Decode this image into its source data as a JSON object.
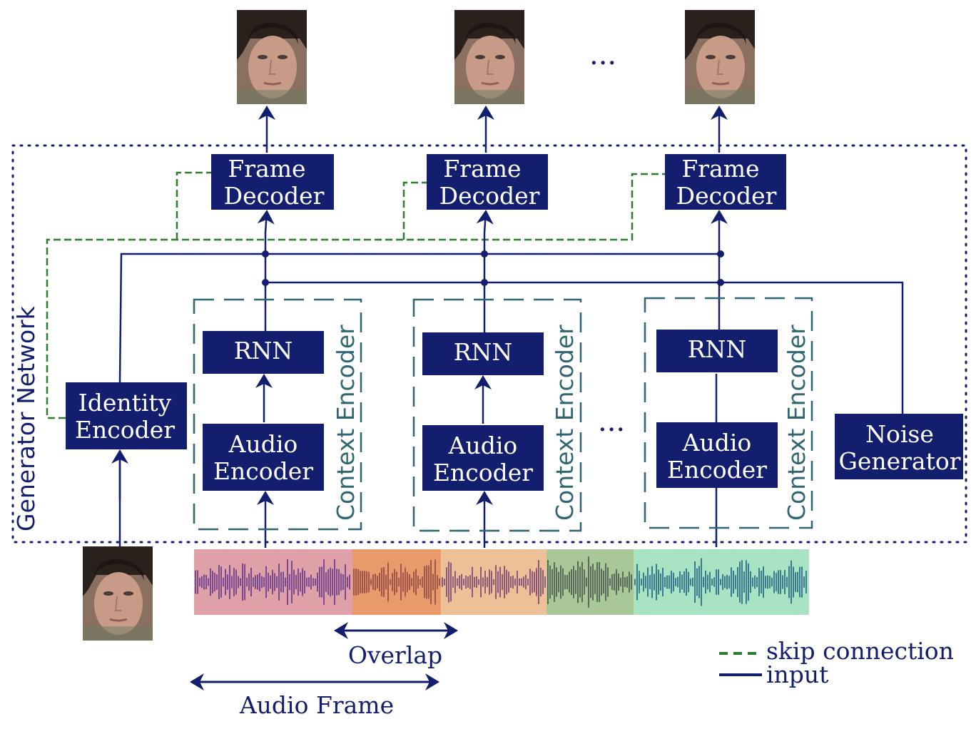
{
  "title": "",
  "colors": {
    "box_fill": "#141e6e",
    "input_line": "#141e6e",
    "skip_line": "#2e7d2e",
    "context_dash": "#2f6670",
    "segments": [
      "#e0a0a8",
      "#e89a6c",
      "#eec098",
      "#a8c898",
      "#a8e4c4"
    ],
    "waveform": "#6e4a8e"
  },
  "decoders": [
    {
      "line1": "Frame",
      "line2": "Decoder"
    },
    {
      "line1": "Frame",
      "line2": "Decoder"
    },
    {
      "line1": "Frame",
      "line2": "Decoder"
    }
  ],
  "rnns": [
    "RNN",
    "RNN",
    "RNN"
  ],
  "audio_encoders": [
    {
      "line1": "Audio",
      "line2": "Encoder"
    },
    {
      "line1": "Audio",
      "line2": "Encoder"
    },
    {
      "line1": "Audio",
      "line2": "Encoder"
    }
  ],
  "context_label": "Context Encoder",
  "identity_encoder": {
    "line1": "Identity",
    "line2": "Encoder"
  },
  "noise_generator": {
    "line1": "Noise",
    "line2": "Generator"
  },
  "network_label": "Generator Network",
  "ellipsis": "...",
  "overlap_label": "Overlap",
  "audio_frame_label": "Audio Frame",
  "legend": {
    "skip": "skip connection",
    "input": "input"
  },
  "icons": [
    "face-photo",
    "waveform"
  ]
}
